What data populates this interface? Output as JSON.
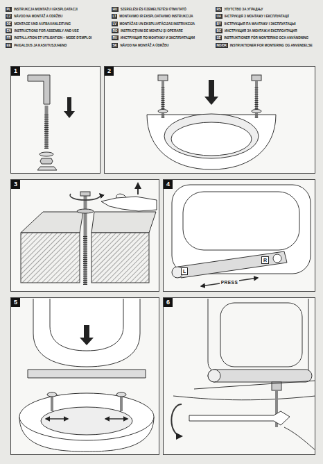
{
  "diagram": {
    "nodes": [
      {
        "text": [
          "1"
        ]
      },
      {
        "text": [
          "2"
        ]
      },
      {
        "text": [
          "3"
        ]
      },
      {
        "text": [
          "4"
        ]
      },
      {
        "text": [
          "5"
        ]
      },
      {
        "text": [
          "6"
        ]
      },
      {
        "text": [
          "L"
        ],
        "in": 3
      },
      {
        "text": [
          "R"
        ],
        "in": 3
      }
    ],
    "labels": [
      "PL",
      "INSTRUKCJA MONTAŻU I EKSPLOATACJI",
      "CZ",
      "NÁVOD NA MONTÁŽ A ÚDRŽBU",
      "DE",
      "MONTAGE UND AUFBAUANLEITUNG",
      "EN",
      "INSTRUCTIONS FOR ASSEMBLY AND USE",
      "FR",
      "INSTALLATION ET UTILISATION – MODE D'EMPLOI",
      "EE",
      "PAIGALDUS JA KASUTUSJUHEND",
      "HU",
      "SZERELÉSI ÉS ÜZEMELTETÉSI ÚTMUTATÓ",
      "LT",
      "MONTAVIMO IR EKSPLOATAVIMO INSTRUKCIJA",
      "LV",
      "MONTĀŽAS UN EKSPLUATĀCIJAS INSTRUKCIJA",
      "RO",
      "INSTRUCŢIUNI DE MONTAJ ŞI OPERARE",
      "RU",
      "ИНСТРУКЦИЯ ПО МОНТАЖУ И ЭКСПЛУАТАЦИИ",
      "SK",
      "NÁVOD NA MONTÁŽ A ÚDRŽBU",
      "RS",
      "УПУТСТВО ЗА УГРАДЊУ",
      "UA",
      "ІНСТРУКЦІЯ З МОНТАЖУ І ЕКСПЛУАТАЦІЇ",
      "BY",
      "ІНСТРУКЦЫЯ ПА МАНТАЖУ І ЭКСПЛУАТАЦЫІ",
      "BG",
      "ИНСТРУКЦИЯ ЗА МОНТАЖ И ЕКСПЛОАТАЦИЯ",
      "SE",
      "INSTRUKTIONER FÖR MONTERING OCH ANVÄNDNING",
      "NO/DK",
      "INSTRUKTIONER FOR MONTERING OG ANVENDELSE",
      "PRESS"
    ]
  }
}
